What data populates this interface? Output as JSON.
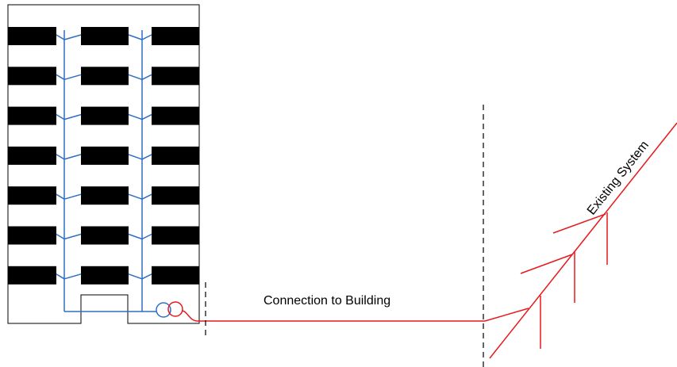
{
  "labels": {
    "connection": "Connection to Building",
    "existing": "Existing System"
  },
  "building": {
    "floors": 7,
    "window_columns": 3
  },
  "colors": {
    "building_outline": "#000000",
    "window_fill": "#000000",
    "building_piping": "#2e6fc4",
    "service_pipe": "#e8191c",
    "meter_blue": "#2e6fc4",
    "meter_red": "#e8191c",
    "boundary_line": "#000000"
  }
}
